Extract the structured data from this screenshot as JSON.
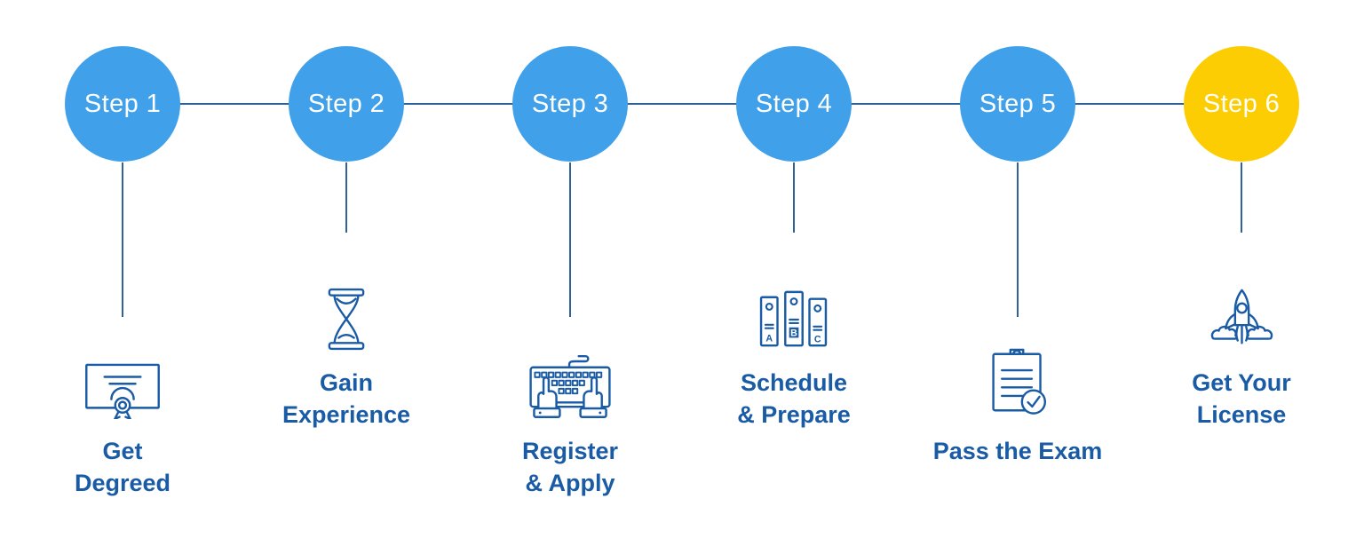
{
  "diagram": {
    "type": "process-steps",
    "background": "#ffffff",
    "colors": {
      "step_blue": "#40A1EA",
      "step_gold": "#FCCD03",
      "accent_dark": "#1A5BA5",
      "connector": "#2F6398",
      "step_text": "#FFFFFF"
    },
    "steps": [
      {
        "label": "Step 1",
        "icon": "certificate-icon",
        "caption_lines": [
          "Get",
          "Degreed"
        ],
        "color": "step_blue",
        "position": "low"
      },
      {
        "label": "Step 2",
        "icon": "hourglass-icon",
        "caption_lines": [
          "Gain",
          "Experience"
        ],
        "color": "step_blue",
        "position": "high"
      },
      {
        "label": "Step 3",
        "icon": "keyboard-icon",
        "caption_lines": [
          "Register",
          "& Apply"
        ],
        "color": "step_blue",
        "position": "low"
      },
      {
        "label": "Step 4",
        "icon": "binders-icon",
        "caption_lines": [
          "Schedule",
          "& Prepare"
        ],
        "color": "step_blue",
        "position": "high"
      },
      {
        "label": "Step 5",
        "icon": "exam-checklist-icon",
        "caption_lines": [
          "Pass the Exam"
        ],
        "color": "step_blue",
        "position": "low"
      },
      {
        "label": "Step 6",
        "icon": "rocket-icon",
        "caption_lines": [
          "Get Your",
          "License"
        ],
        "color": "step_gold",
        "position": "high"
      }
    ]
  }
}
